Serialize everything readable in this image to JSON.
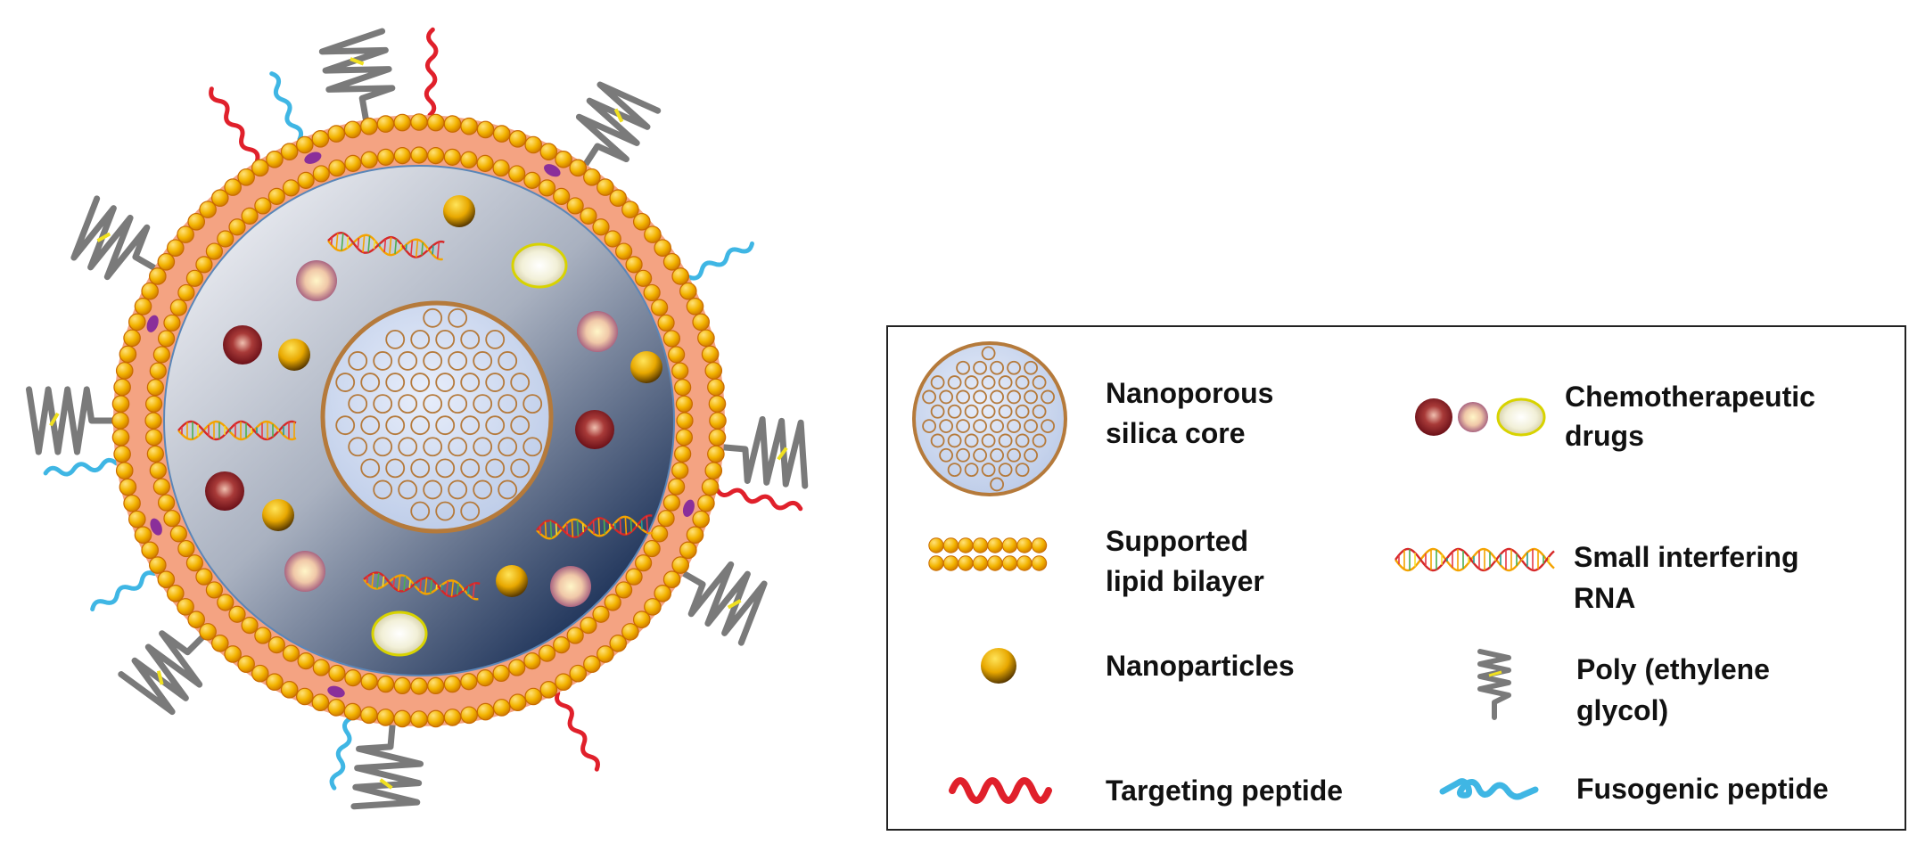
{
  "colors": {
    "lipid_head": "#f3b400",
    "lipid_rim": "#c96a00",
    "lipid_band": "#f4a382",
    "core_inner": "#d8dce4",
    "core_outer": "#162c55",
    "silica_rim": "#b57a3b",
    "silica_fill": "#cfdcf0",
    "targeting_peptide": "#e0202b",
    "fusogenic_peptide": "#3fb6e4",
    "peg": "#7a7a7a",
    "peg_accent": "#f0e020",
    "drug_dark": "#8e1f25",
    "drug_pink": "#c9809a",
    "drug_pale_rim": "#d8d300",
    "membrane_protein": "#8a2f9a"
  },
  "legend": {
    "items": [
      {
        "id": "silica",
        "label_lines": [
          "Nanoporous",
          "silica core"
        ],
        "icon": "silica-core-icon"
      },
      {
        "id": "drugs",
        "label_lines": [
          "Chemotherapeutic",
          "drugs"
        ],
        "icon": "drug-spheres-icon"
      },
      {
        "id": "bilayer",
        "label_lines": [
          "Supported",
          "lipid bilayer"
        ],
        "icon": "lipid-bilayer-icon"
      },
      {
        "id": "sirna",
        "label_lines": [
          "Small interfering",
          "RNA"
        ],
        "icon": "sirna-helix-icon"
      },
      {
        "id": "np",
        "label_lines": [
          "Nanoparticles"
        ],
        "icon": "nanoparticle-icon"
      },
      {
        "id": "peg",
        "label_lines": [
          "Poly (ethylene",
          " glycol)"
        ],
        "icon": "peg-coil-icon"
      },
      {
        "id": "target",
        "label_lines": [
          "Targeting peptide"
        ],
        "icon": "targeting-peptide-icon"
      },
      {
        "id": "fuso",
        "label_lines": [
          "Fusogenic peptide"
        ],
        "icon": "fusogenic-peptide-icon"
      }
    ]
  }
}
